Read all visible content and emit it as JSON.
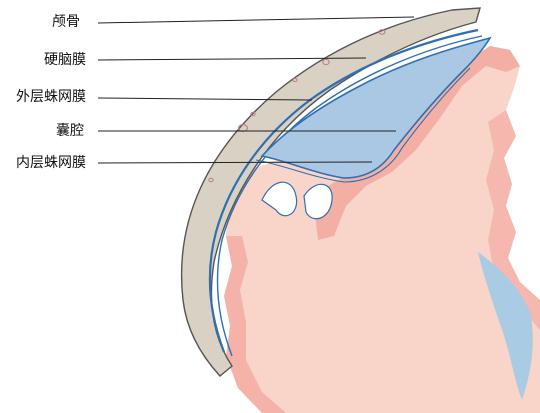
{
  "labels": {
    "skull": "颅骨",
    "dura": "硬脑膜",
    "outer_arachnoid": "外层蛛网膜",
    "cyst": "囊腔",
    "inner_arachnoid": "内层蛛网膜"
  },
  "colors": {
    "skull_fill": "#d9d2c4",
    "skull_stroke": "#555555",
    "dura": "#2f6fb3",
    "cyst_fill": "#aac8e3",
    "brain_fill": "#f9d5c9",
    "brain_shadow": "#f2a59c",
    "ventricle": "#a9cbe4",
    "leader_line": "#222222"
  }
}
